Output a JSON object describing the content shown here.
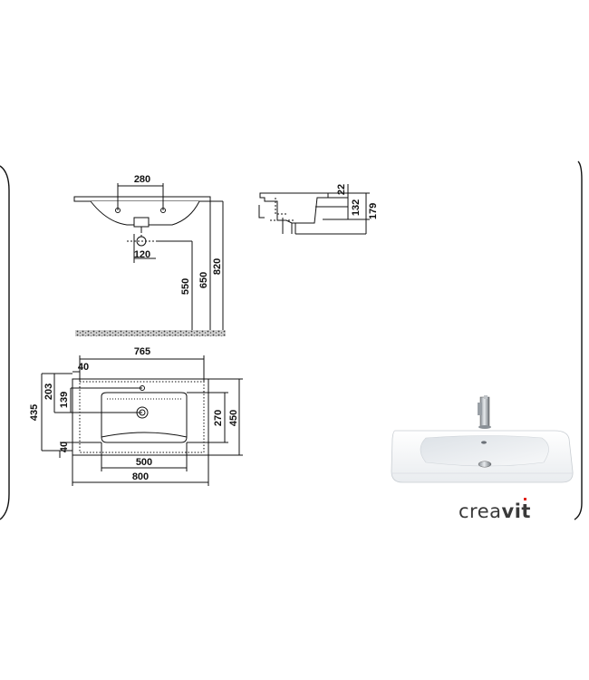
{
  "brand": {
    "name_light": "crea",
    "name_bold": "vit"
  },
  "side_view": {
    "basin_width": "280",
    "drain_offset": "120",
    "drain_height": "550",
    "tap_height": "650",
    "total_height": "820"
  },
  "section_view": {
    "rim_thickness": "22",
    "bowl_depth": "132",
    "overall_depth": "179"
  },
  "plan_view": {
    "inner_width": "765",
    "tap_hole_offset": "40",
    "depth_left": "435",
    "front_to_tap": "203",
    "bowl_to_drain": "139",
    "front_margin": "40",
    "bowl_width": "500",
    "overall_width": "800",
    "bowl_depth": "270",
    "overall_depth": "450"
  }
}
